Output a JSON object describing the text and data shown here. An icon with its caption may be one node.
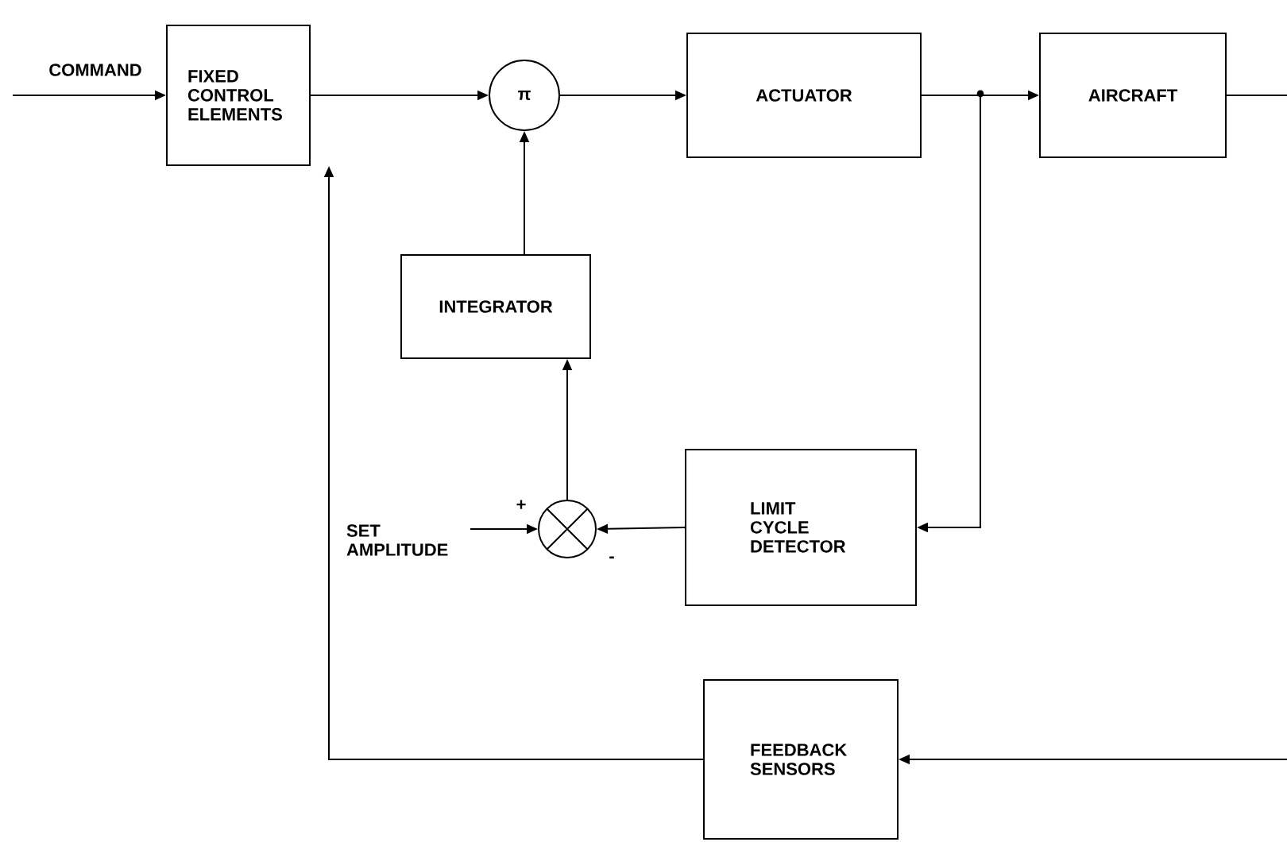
{
  "diagram": {
    "nodes": [
      {
        "text": [
          "FIXED CONTROL ELEMENTS"
        ]
      },
      {
        "text": [
          "π"
        ]
      },
      {
        "text": [
          "ACTUATOR"
        ]
      },
      {
        "text": [
          "AIRCRAFT"
        ]
      },
      {
        "text": [
          "INTEGRATOR"
        ]
      },
      {
        "text": [],
        "shape": "circle"
      },
      {
        "text": [
          "LIMIT CYCLE DETECTOR"
        ]
      },
      {
        "text": [
          "FEEDBACK SENSORS"
        ]
      }
    ],
    "edges": [
      {
        "from": null,
        "to": 0,
        "arrow": "to",
        "label": "COMMAND"
      },
      {
        "from": 0,
        "to": 1,
        "arrow": "to"
      },
      {
        "from": 1,
        "to": 2,
        "arrow": "to"
      },
      {
        "from": 2,
        "to": 3,
        "arrow": "to"
      },
      {
        "from": 3,
        "to": null,
        "arrow": "none"
      },
      {
        "from": 2,
        "to": 6,
        "arrow": "to"
      },
      {
        "from": 6,
        "to": 5,
        "arrow": "to"
      },
      {
        "from": null,
        "to": 5,
        "arrow": "to",
        "label": "SET AMPLITUDE"
      },
      {
        "from": 5,
        "to": 4,
        "arrow": "to"
      },
      {
        "from": 4,
        "to": 1,
        "arrow": "to"
      },
      {
        "from": null,
        "to": 7,
        "arrow": "to"
      },
      {
        "from": 7,
        "to": 0,
        "arrow": "to"
      }
    ],
    "labels": [
      "+",
      "-"
    ]
  }
}
